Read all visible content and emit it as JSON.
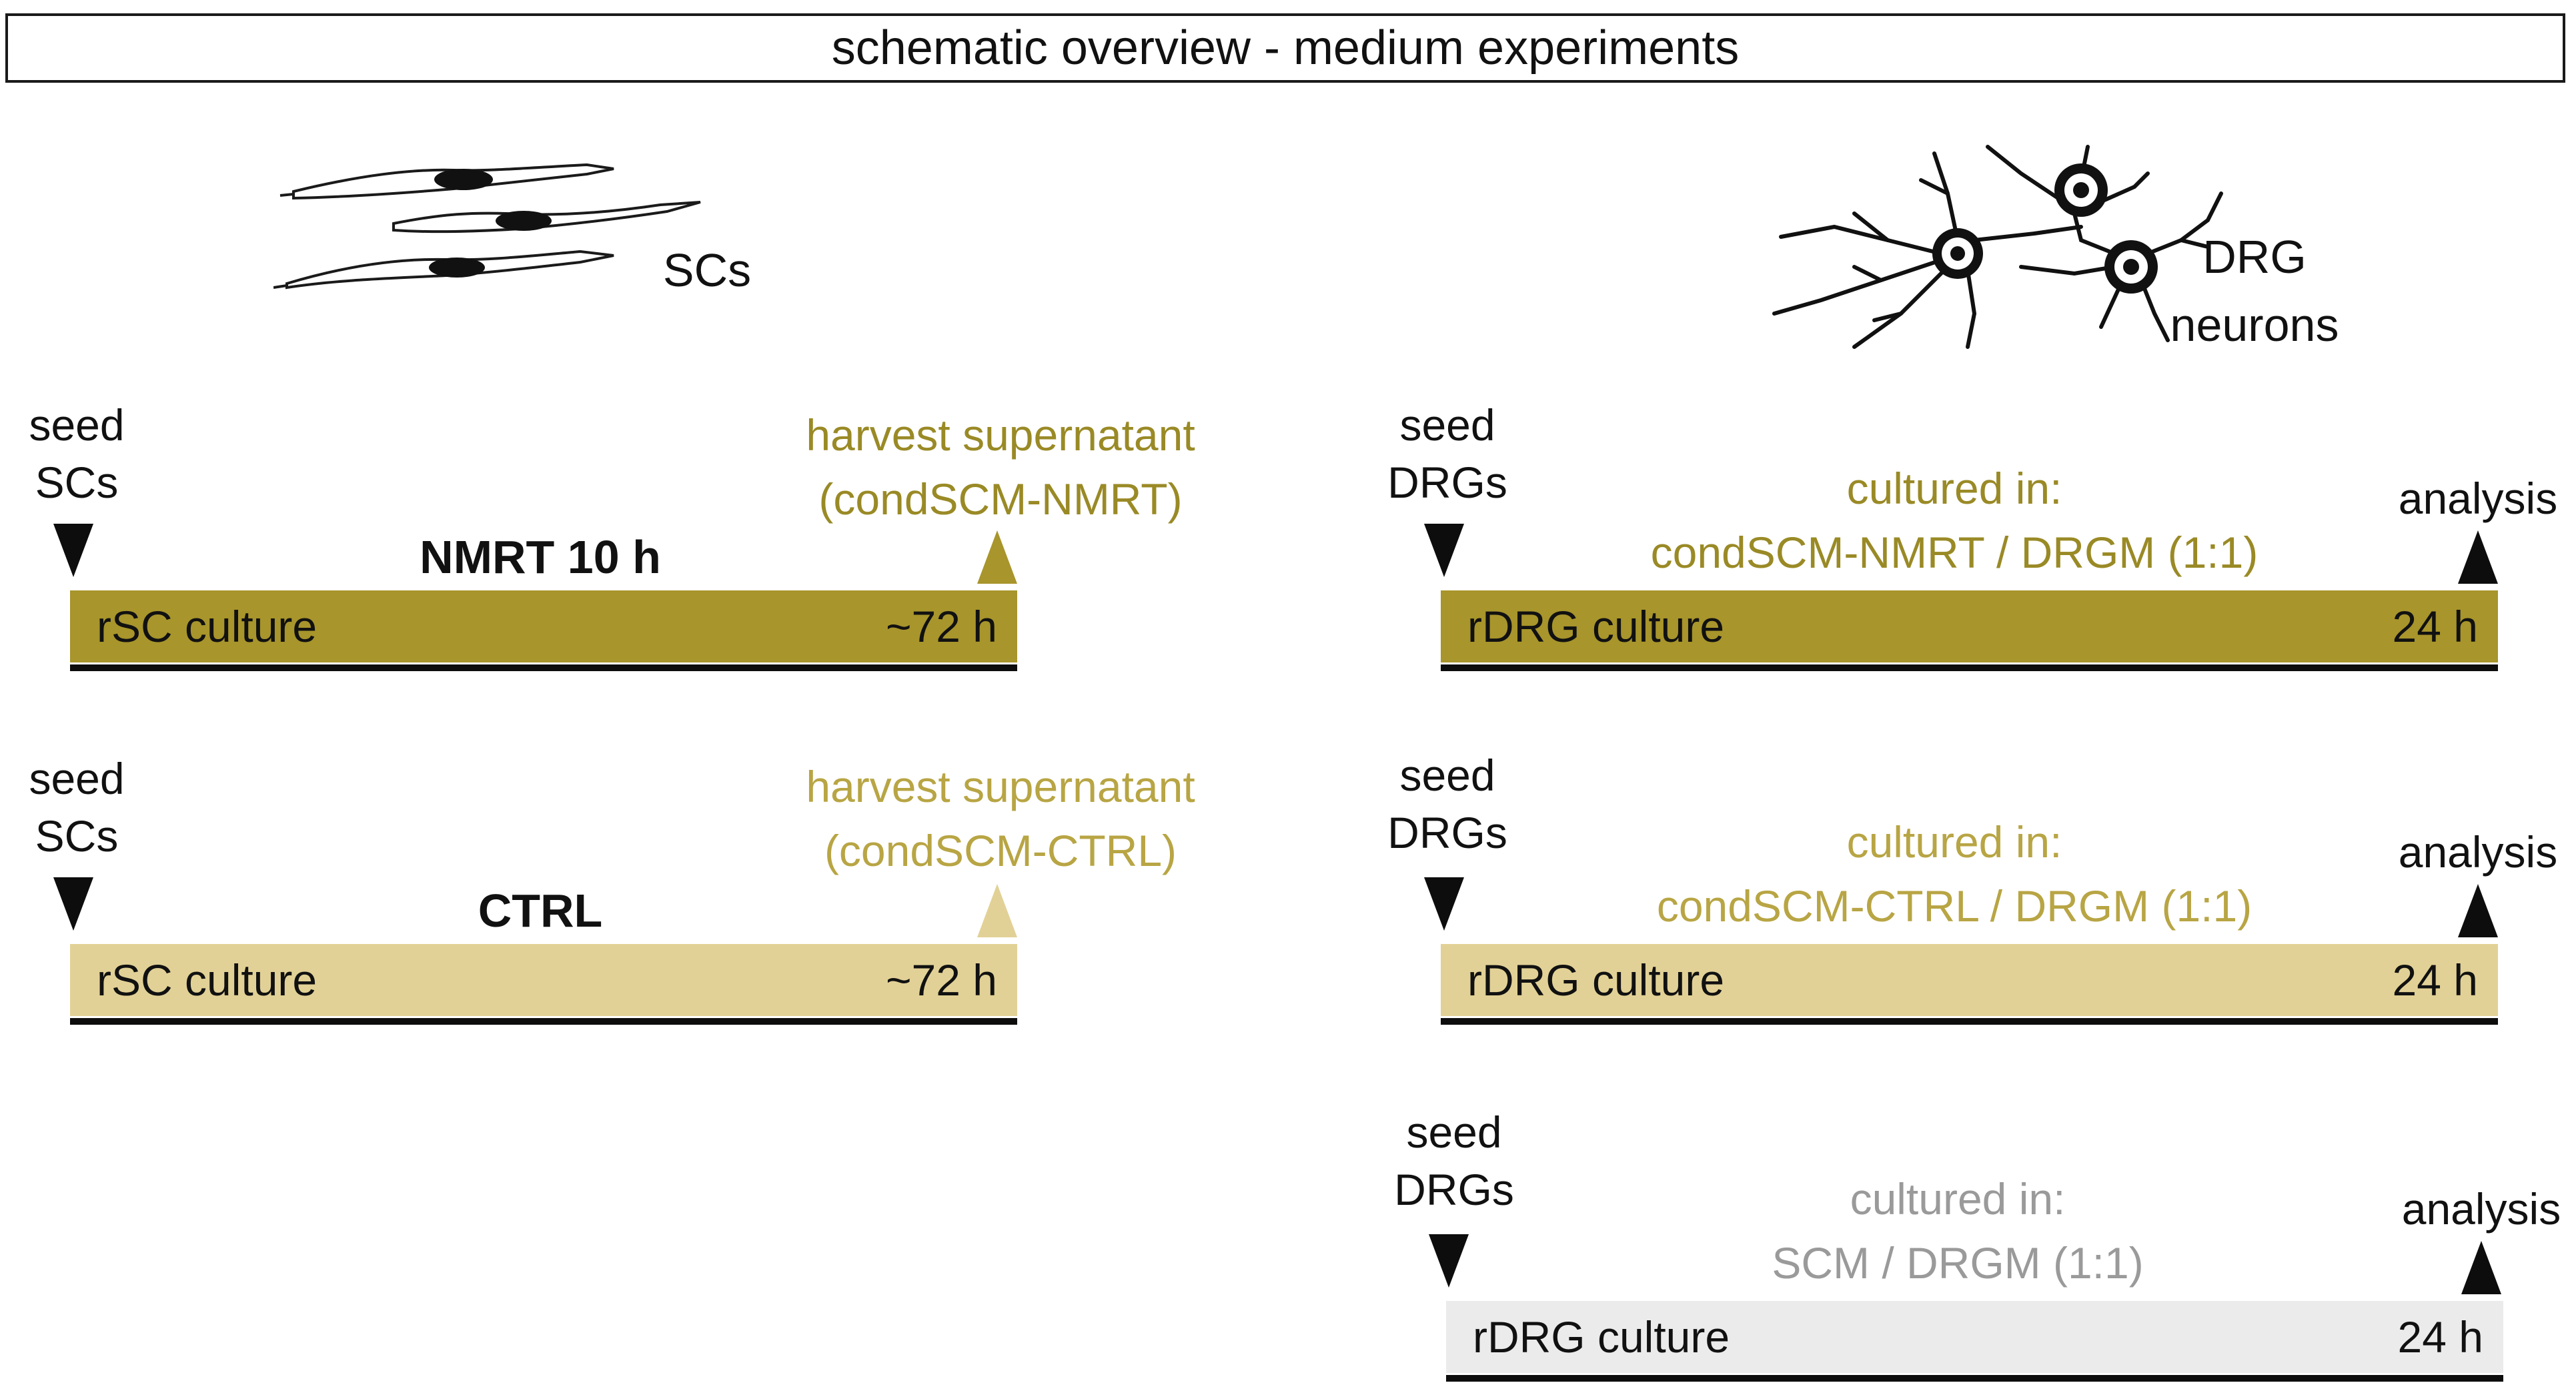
{
  "title": "schematic overview - medium experiments",
  "colors": {
    "nmrt": "#a8952b",
    "ctrl": "#e2d196",
    "scm": "#ebebeb",
    "nmrt_text": "#9a8a26",
    "ctrl_text": "#b8a544",
    "scm_text": "#9a9a9a",
    "ctrl_arrow": "#e2d196",
    "line": "#0d0d0d"
  },
  "icons": {
    "schwann_cells": "schwann-cells-illustration",
    "drg_neurons": "drg-neurons-illustration"
  },
  "left": {
    "cell_label": "SCs",
    "rows": [
      {
        "seed_line1": "seed",
        "seed_line2": "SCs",
        "experiment": "NMRT 10 h",
        "harvest_line1": "harvest supernatant",
        "harvest_line2": "(condSCM-NMRT)",
        "culture": "rSC culture",
        "duration": "~72 h"
      },
      {
        "seed_line1": "seed",
        "seed_line2": "SCs",
        "experiment": "CTRL",
        "harvest_line1": "harvest supernatant",
        "harvest_line2": "(condSCM-CTRL)",
        "culture": "rSC culture",
        "duration": "~72 h"
      }
    ]
  },
  "right": {
    "cell_label_line1": "DRG",
    "cell_label_line2": "neurons",
    "rows": [
      {
        "seed_line1": "seed",
        "seed_line2": "DRGs",
        "cultured_line1": "cultured in:",
        "cultured_line2": "condSCM-NMRT / DRGM (1:1)",
        "analysis": "analysis",
        "culture": "rDRG culture",
        "duration": "24 h"
      },
      {
        "seed_line1": "seed",
        "seed_line2": "DRGs",
        "cultured_line1": "cultured in:",
        "cultured_line2": "condSCM-CTRL / DRGM (1:1)",
        "analysis": "analysis",
        "culture": "rDRG culture",
        "duration": "24 h"
      },
      {
        "seed_line1": "seed",
        "seed_line2": "DRGs",
        "cultured_line1": "cultured in:",
        "cultured_line2": "SCM / DRGM (1:1)",
        "analysis": "analysis",
        "culture": "rDRG culture",
        "duration": "24 h"
      }
    ]
  }
}
